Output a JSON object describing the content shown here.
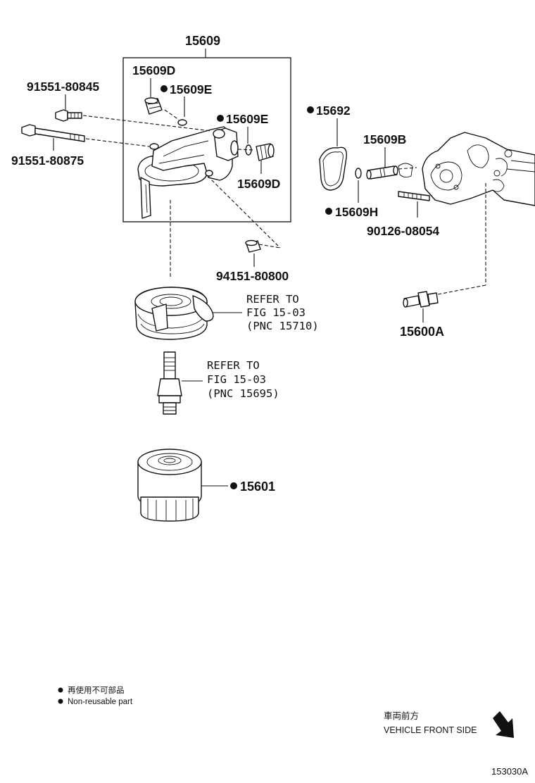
{
  "assembly": {
    "number": "15609"
  },
  "parts": {
    "p_15609D_top": "15609D",
    "p_15609E_top": "15609E",
    "p_15609E_right": "15609E",
    "p_15609D_right": "15609D",
    "p_91551_80845": "91551-80845",
    "p_91551_80875": "91551-80875",
    "p_15692": "15692",
    "p_15609B": "15609B",
    "p_15609H": "15609H",
    "p_90126_08054": "90126-08054",
    "p_94151_80800": "94151-80800",
    "p_15600A": "15600A",
    "p_15601": "15601"
  },
  "references": {
    "ref1": {
      "line1": "REFER TO",
      "line2": "FIG 15-03",
      "line3": "(PNC 15710)"
    },
    "ref2": {
      "line1": "REFER TO",
      "line2": "FIG 15-03",
      "line3": "(PNC 15695)"
    }
  },
  "legend": {
    "line_ja": "再使用不可部品",
    "line_en": "Non-reusable part"
  },
  "direction": {
    "ja": "車両前方",
    "en": "VEHICLE FRONT SIDE"
  },
  "figure_id": "153030A"
}
